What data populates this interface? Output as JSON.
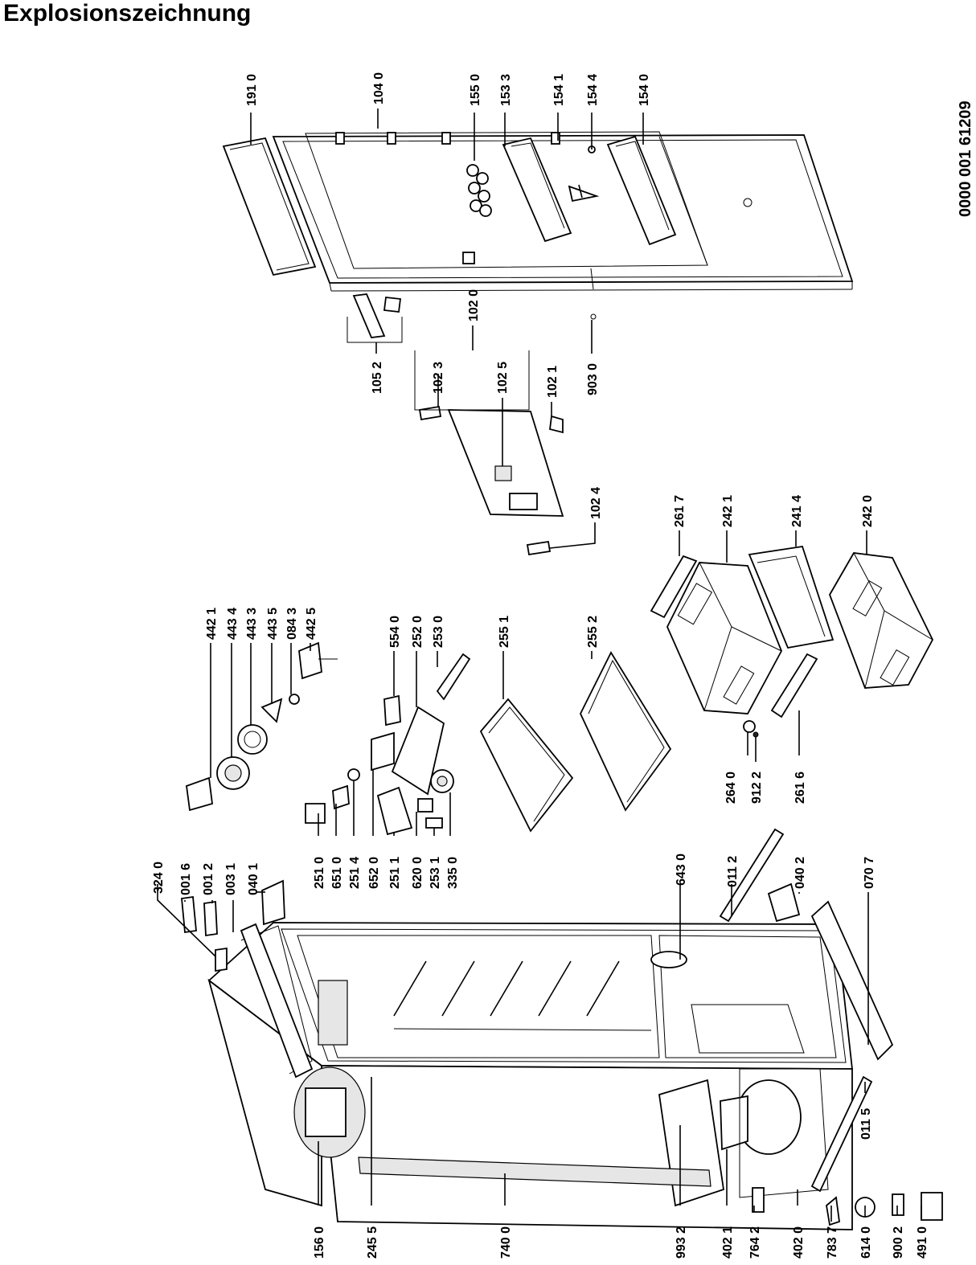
{
  "title": "Explosionszeichnung",
  "document_number": "0000 001 61209",
  "labels": [
    {
      "id": "191-0",
      "text": "191 0"
    },
    {
      "id": "104-0",
      "text": "104 0"
    },
    {
      "id": "155-0",
      "text": "155 0"
    },
    {
      "id": "153-3",
      "text": "153 3"
    },
    {
      "id": "154-1",
      "text": "154 1"
    },
    {
      "id": "154-4",
      "text": "154 4"
    },
    {
      "id": "154-0",
      "text": "154 0"
    },
    {
      "id": "102-0",
      "text": "102 0"
    },
    {
      "id": "105-2",
      "text": "105 2"
    },
    {
      "id": "102-3",
      "text": "102 3"
    },
    {
      "id": "102-5",
      "text": "102 5"
    },
    {
      "id": "102-1",
      "text": "102 1"
    },
    {
      "id": "903-0",
      "text": "903 0"
    },
    {
      "id": "102-4",
      "text": "102 4"
    },
    {
      "id": "261-7",
      "text": "261 7"
    },
    {
      "id": "242-1",
      "text": "242 1"
    },
    {
      "id": "241-4",
      "text": "241 4"
    },
    {
      "id": "242-0",
      "text": "242 0"
    },
    {
      "id": "442-1",
      "text": "442 1"
    },
    {
      "id": "443-4",
      "text": "443 4"
    },
    {
      "id": "443-3",
      "text": "443 3"
    },
    {
      "id": "443-5",
      "text": "443 5"
    },
    {
      "id": "084-3",
      "text": "084 3"
    },
    {
      "id": "442-5",
      "text": "442 5"
    },
    {
      "id": "554-0",
      "text": "554 0"
    },
    {
      "id": "252-0",
      "text": "252 0"
    },
    {
      "id": "253-0",
      "text": "253 0"
    },
    {
      "id": "255-1",
      "text": "255 1"
    },
    {
      "id": "255-2",
      "text": "255 2"
    },
    {
      "id": "264-0",
      "text": "264 0"
    },
    {
      "id": "912-2",
      "text": "912 2"
    },
    {
      "id": "261-6",
      "text": "261 6"
    },
    {
      "id": "324-0",
      "text": "324 0"
    },
    {
      "id": "001-6",
      "text": "001 6"
    },
    {
      "id": "001-2",
      "text": "001 2"
    },
    {
      "id": "003-1",
      "text": "003 1"
    },
    {
      "id": "040-1",
      "text": "040 1"
    },
    {
      "id": "251-0",
      "text": "251 0"
    },
    {
      "id": "651-0",
      "text": "651 0"
    },
    {
      "id": "251-4",
      "text": "251 4"
    },
    {
      "id": "652-0",
      "text": "652 0"
    },
    {
      "id": "251-1",
      "text": "251 1"
    },
    {
      "id": "620-0",
      "text": "620 0"
    },
    {
      "id": "253-1",
      "text": "253 1"
    },
    {
      "id": "335-0",
      "text": "335 0"
    },
    {
      "id": "643-0",
      "text": "643 0"
    },
    {
      "id": "011-2",
      "text": "011 2"
    },
    {
      "id": "040-2",
      "text": "040 2"
    },
    {
      "id": "070-7",
      "text": "070 7"
    },
    {
      "id": "011-5",
      "text": "011 5"
    },
    {
      "id": "156-0",
      "text": "156 0"
    },
    {
      "id": "245-5",
      "text": "245 5"
    },
    {
      "id": "740-0",
      "text": "740 0"
    },
    {
      "id": "993-2",
      "text": "993 2"
    },
    {
      "id": "402-1",
      "text": "402 1"
    },
    {
      "id": "764-2",
      "text": "764 2"
    },
    {
      "id": "402-0",
      "text": "402 0"
    },
    {
      "id": "783-7",
      "text": "783 7"
    },
    {
      "id": "614-0",
      "text": "614 0"
    },
    {
      "id": "900-2",
      "text": "900 2"
    },
    {
      "id": "491-0",
      "text": "491 0"
    }
  ]
}
